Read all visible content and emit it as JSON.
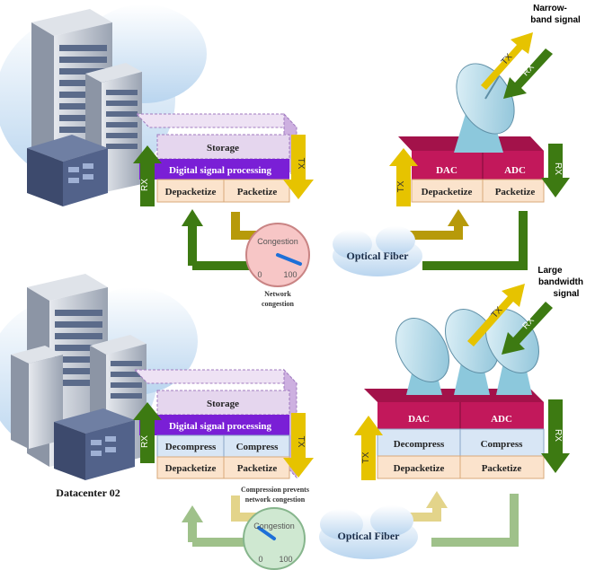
{
  "colors": {
    "green": "#3d7a12",
    "gold": "#b79a0a",
    "yellow": "#e6c300",
    "purple": "#7a1fd6",
    "lavender": "#e5d6ee",
    "peach": "#fbe3cc",
    "lightblue": "#d8e6f5",
    "magenta": "#c2185b",
    "gauge": "#f7c6c6",
    "gauge_ok": "#cfe8d1"
  },
  "top": {
    "storage": "Storage",
    "dsp": "Digital signal processing",
    "depacketize": "Depacketize",
    "packetize": "Packetize",
    "rx": "RX",
    "tx": "TX",
    "dac": "DAC",
    "adc": "ADC",
    "gauge_title": "Congestion",
    "gauge_min": "0",
    "gauge_max": "100",
    "network_congestion_1": "Network",
    "network_congestion_2": "congestion",
    "optical_fiber": "Optical Fiber",
    "antenna_label_1": "Narrow-",
    "antenna_label_2": "band signal"
  },
  "bottom": {
    "storage": "Storage",
    "dsp": "Digital signal processing",
    "decompress": "Decompress",
    "compress": "Compress",
    "depacketize": "Depacketize",
    "packetize": "Packetize",
    "rx": "RX",
    "tx": "TX",
    "dac": "DAC",
    "adc": "ADC",
    "gauge_title": "Congestion",
    "gauge_min": "0",
    "gauge_max": "100",
    "compression_note_1": "Compression prevents",
    "compression_note_2": "network congestion",
    "optical_fiber": "Optical Fiber",
    "antenna_label_1": "Large",
    "antenna_label_2": "bandwidth",
    "antenna_label_3": "signal",
    "datacenter": "Datacenter 02"
  }
}
